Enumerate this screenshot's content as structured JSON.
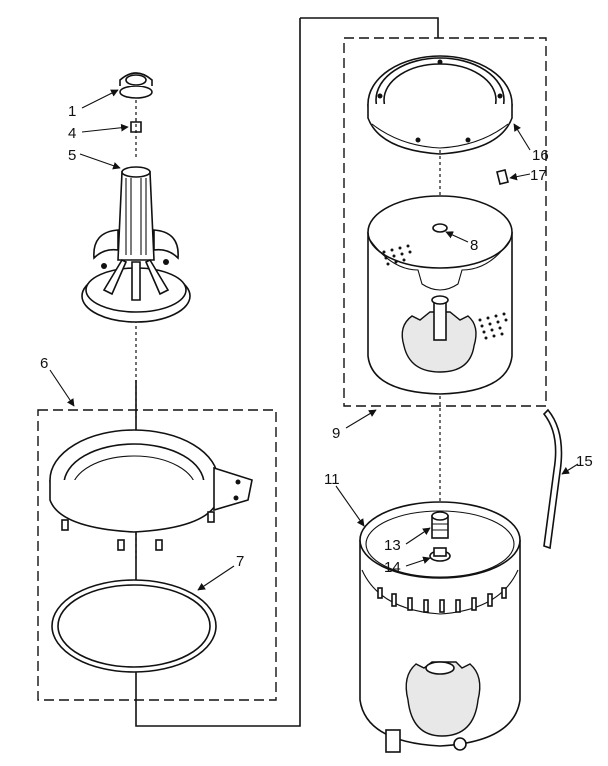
{
  "callouts": {
    "c1": "1",
    "c4": "4",
    "c5": "5",
    "c6": "6",
    "c7": "7",
    "c8": "8",
    "c9": "9",
    "c11": "11",
    "c13": "13",
    "c14": "14",
    "c15": "15",
    "c16": "16",
    "c17": "17"
  }
}
